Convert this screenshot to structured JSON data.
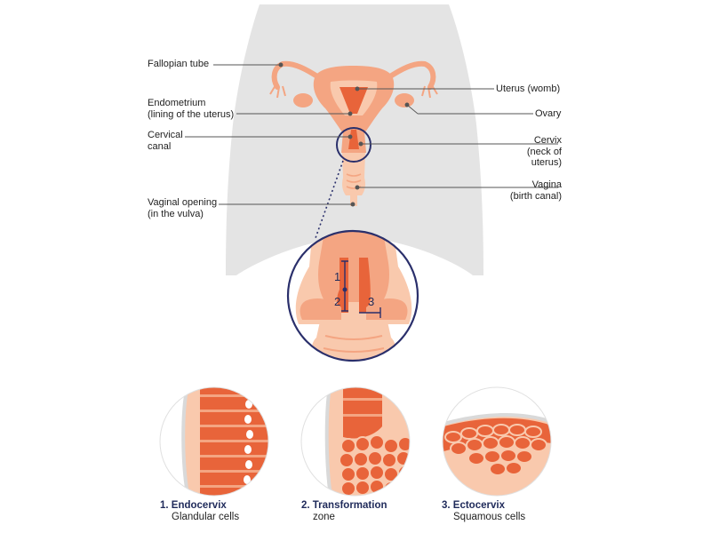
{
  "labels": {
    "fallopian_tube": "Fallopian tube",
    "endometrium_1": "Endometrium",
    "endometrium_2": "(lining of the uterus)",
    "cervical_canal_1": "Cervical",
    "cervical_canal_2": "canal",
    "vaginal_opening_1": "Vaginal opening",
    "vaginal_opening_2": "(in the vulva)",
    "uterus": "Uterus (womb)",
    "ovary": "Ovary",
    "cervix_1": "Cervix",
    "cervix_2": "(neck of",
    "cervix_3": "uterus)",
    "vagina_1": "Vagina",
    "vagina_2": "(birth canal)"
  },
  "zoom_numbers": [
    "1",
    "2",
    "3"
  ],
  "captions": [
    {
      "title": "1. Endocervix",
      "subtitle": "Glandular cells"
    },
    {
      "title": "2. Transformation",
      "subtitle": "zone"
    },
    {
      "title": "3. Ectocervix",
      "subtitle": "Squamous cells"
    }
  ],
  "colors": {
    "silhouette": "#e4e4e4",
    "tissue_light": "#f9c9ad",
    "tissue_mid": "#f4a582",
    "tissue_dark": "#e8643a",
    "outline_navy": "#2a2f6b",
    "leader_line": "#555555"
  }
}
